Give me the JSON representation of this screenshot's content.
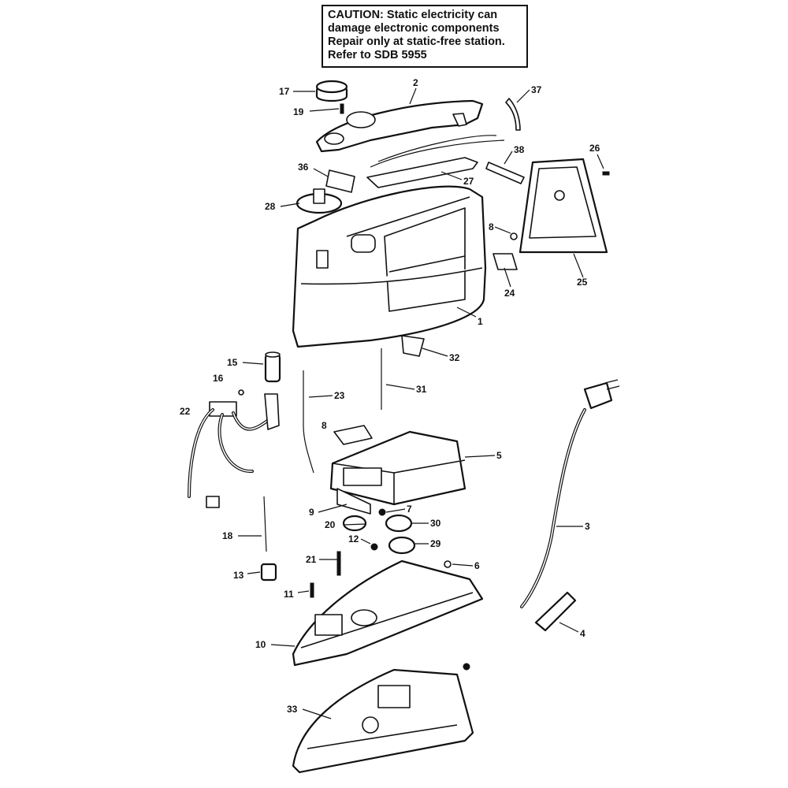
{
  "caution": {
    "line1": "CAUTION: Static electricity can",
    "line2": "damage electronic components",
    "line3": "Repair only at static-free station.",
    "line4": "Refer to SDB 5955"
  },
  "callouts": [
    "17",
    "19",
    "2",
    "37",
    "36",
    "27",
    "38",
    "26",
    "28",
    "8",
    "1",
    "24",
    "25",
    "32",
    "15",
    "16",
    "23",
    "31",
    "22",
    "8",
    "5",
    "9",
    "7",
    "30",
    "20",
    "29",
    "12",
    "18",
    "21",
    "6",
    "13",
    "11",
    "10",
    "3",
    "4",
    "33"
  ]
}
